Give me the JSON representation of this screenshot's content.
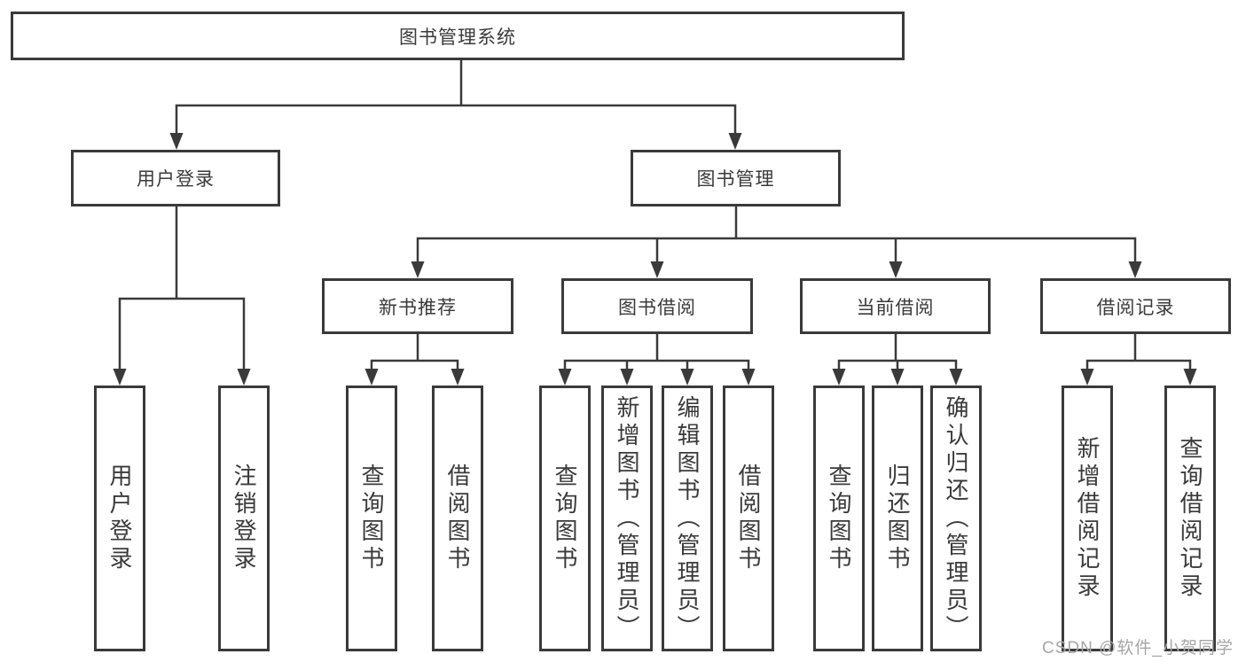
{
  "tree": {
    "root": {
      "label": "图书管理系统",
      "children": [
        {
          "label": "用户登录",
          "children": [
            {
              "label": "用户登录"
            },
            {
              "label": "注销登录"
            }
          ]
        },
        {
          "label": "图书管理",
          "children": [
            {
              "label": "新书推荐",
              "children": [
                {
                  "label": "查询图书"
                },
                {
                  "label": "借阅图书"
                }
              ]
            },
            {
              "label": "图书借阅",
              "children": [
                {
                  "label": "查询图书"
                },
                {
                  "label": "新增图书（管理员）"
                },
                {
                  "label": "编辑图书（管理员）"
                },
                {
                  "label": "借阅图书"
                }
              ]
            },
            {
              "label": "当前借阅",
              "children": [
                {
                  "label": "查询图书"
                },
                {
                  "label": "归还图书"
                },
                {
                  "label": "确认归还（管理员）"
                }
              ]
            },
            {
              "label": "借阅记录",
              "children": [
                {
                  "label": "新增借阅记录"
                },
                {
                  "label": "查询借阅记录"
                }
              ]
            }
          ]
        }
      ]
    }
  },
  "watermark": {
    "text": "CSDN @软件_小贺同学"
  },
  "colors": {
    "line": "#3a3a3a",
    "text": "#3a3a3a",
    "watermark": "#a6a6a6",
    "background": "#ffffff"
  }
}
